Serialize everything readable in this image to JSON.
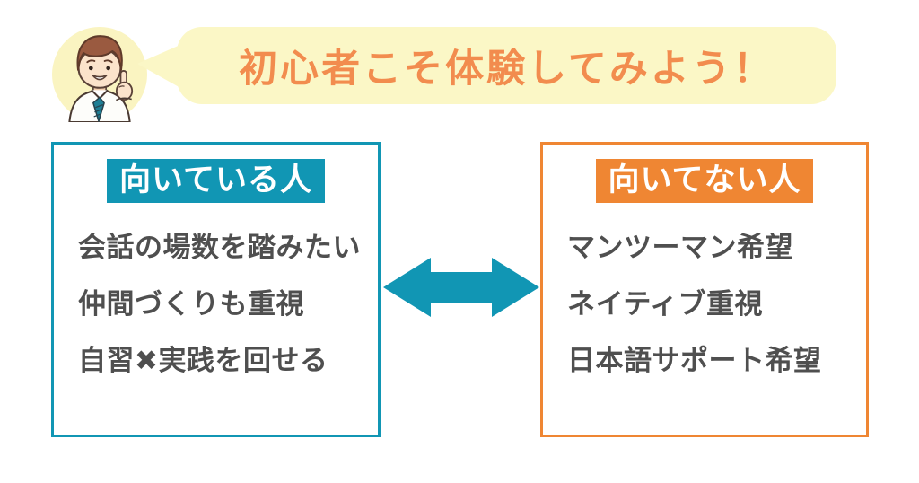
{
  "header_bubble": {
    "text": "初心者こそ体験してみよう！",
    "avatar_icon": "man-pointing-avatar"
  },
  "left_box": {
    "title": "向いている人",
    "items": [
      "会話の場数を踏みたい",
      "仲間づくりも重視",
      "自習✖実践を回せる"
    ]
  },
  "right_box": {
    "title": "向いてない人",
    "items": [
      "マンツーマン希望",
      "ネイティブ重視",
      "日本語サポート希望"
    ]
  },
  "icons": {
    "center_arrow": "double-headed-horizontal-arrow"
  },
  "colors": {
    "teal": "#1196B4",
    "orange": "#EF8633",
    "bubble_bg": "#FBF7C6",
    "bubble_text": "#F28C4E",
    "item_text": "#4F4F4F",
    "avatar_bg": "#FAF4C1"
  }
}
